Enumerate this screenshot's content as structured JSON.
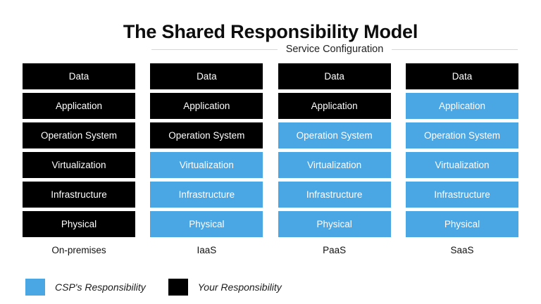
{
  "title": "The Shared Responsibility Model",
  "section": {
    "label": "Service Configuration"
  },
  "colors": {
    "csp": "#4ba6e4",
    "customer": "#000000",
    "background": "#ffffff",
    "rule": "#d6d6d6"
  },
  "layer_names": [
    "Data",
    "Application",
    "Operation System",
    "Virtualization",
    "Infrastructure",
    "Physical"
  ],
  "columns": [
    {
      "caption": "On-premises",
      "layers": [
        {
          "label": "Data",
          "owner": "customer"
        },
        {
          "label": "Application",
          "owner": "customer"
        },
        {
          "label": "Operation System",
          "owner": "customer"
        },
        {
          "label": "Virtualization",
          "owner": "customer"
        },
        {
          "label": "Infrastructure",
          "owner": "customer"
        },
        {
          "label": "Physical",
          "owner": "customer"
        }
      ]
    },
    {
      "caption": "IaaS",
      "layers": [
        {
          "label": "Data",
          "owner": "customer"
        },
        {
          "label": "Application",
          "owner": "customer"
        },
        {
          "label": "Operation System",
          "owner": "customer"
        },
        {
          "label": "Virtualization",
          "owner": "csp"
        },
        {
          "label": "Infrastructure",
          "owner": "csp"
        },
        {
          "label": "Physical",
          "owner": "csp"
        }
      ]
    },
    {
      "caption": "PaaS",
      "layers": [
        {
          "label": "Data",
          "owner": "customer"
        },
        {
          "label": "Application",
          "owner": "customer"
        },
        {
          "label": "Operation System",
          "owner": "csp"
        },
        {
          "label": "Virtualization",
          "owner": "csp"
        },
        {
          "label": "Infrastructure",
          "owner": "csp"
        },
        {
          "label": "Physical",
          "owner": "csp"
        }
      ]
    },
    {
      "caption": "SaaS",
      "layers": [
        {
          "label": "Data",
          "owner": "customer"
        },
        {
          "label": "Application",
          "owner": "csp"
        },
        {
          "label": "Operation System",
          "owner": "csp"
        },
        {
          "label": "Virtualization",
          "owner": "csp"
        },
        {
          "label": "Infrastructure",
          "owner": "csp"
        },
        {
          "label": "Physical",
          "owner": "csp"
        }
      ]
    }
  ],
  "legend": [
    {
      "label": "CSP's Responsibility",
      "owner": "csp"
    },
    {
      "label": "Your Responsibility",
      "owner": "customer"
    }
  ]
}
